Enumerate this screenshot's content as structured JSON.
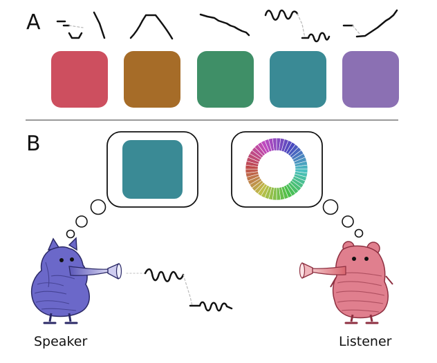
{
  "panels": {
    "a_label": "A",
    "b_label": "B"
  },
  "swatches": [
    {
      "name": "red",
      "color": "#cd4f5f"
    },
    {
      "name": "brown",
      "color": "#a66c28"
    },
    {
      "name": "green",
      "color": "#3f8f67"
    },
    {
      "name": "teal",
      "color": "#3a8a95"
    },
    {
      "name": "purple",
      "color": "#8b70b3"
    }
  ],
  "speaker_thought_color": "#3a8a95",
  "speaker": {
    "label": "Speaker",
    "body_color": "#6b68c9"
  },
  "listener": {
    "label": "Listener",
    "body_color": "#e07f8e"
  },
  "line_color": "#111111",
  "divider_color": "#777777"
}
